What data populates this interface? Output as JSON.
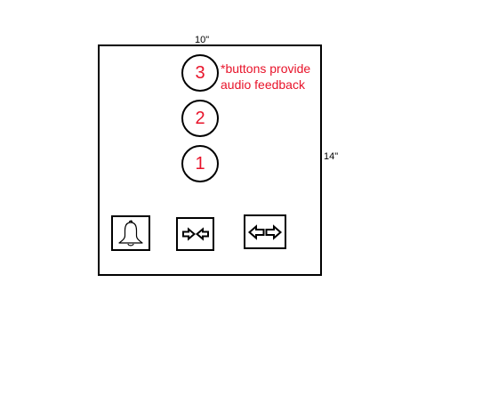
{
  "dimensions": {
    "width_label": "10\"",
    "height_label": "14\""
  },
  "floor_buttons": [
    {
      "label": "3"
    },
    {
      "label": "2"
    },
    {
      "label": "1"
    }
  ],
  "note": {
    "line1": "*buttons provide",
    "line2": "audio feedback"
  },
  "control_buttons": {
    "alarm_icon": "bell-icon",
    "close_icon": "door-close-arrows-icon",
    "open_icon": "door-open-arrows-icon"
  },
  "colors": {
    "accent_red": "#e8132a",
    "outline": "#000000",
    "background": "#ffffff"
  }
}
